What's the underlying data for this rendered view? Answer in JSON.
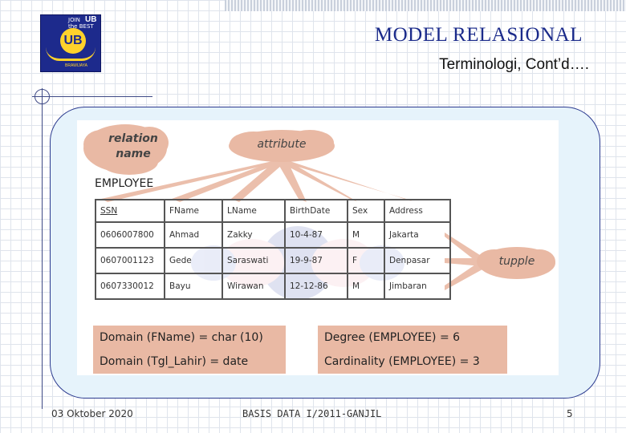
{
  "logo": {
    "join_text": "JOIN",
    "the_best": "the BEST",
    "ub_small": "UB",
    "ub_big": "UB",
    "university": "BRAWIJAYA"
  },
  "header": {
    "title": "MODEL RELASIONAL",
    "subtitle": "Terminologi, Cont’d…."
  },
  "figure": {
    "relation_name_label": "relation name",
    "attribute_label": "attribute",
    "tupple_label": "tupple",
    "relation_title": "EMPLOYEE",
    "table": {
      "columns": [
        "SSN",
        "FName",
        "LName",
        "BirthDate",
        "Sex",
        "Address"
      ],
      "rows": [
        [
          "0606007800",
          "Ahmad",
          "Zakky",
          "10-4-87",
          "M",
          "Jakarta"
        ],
        [
          "0607001123",
          "Gede",
          "Saraswati",
          "19-9-87",
          "F",
          "Denpasar"
        ],
        [
          "0607330012",
          "Bayu",
          "Wirawan",
          "12-12-86",
          "M",
          "Jimbaran"
        ]
      ]
    },
    "domain_left": [
      "Domain (FName) = char (10)",
      "Domain (Tgl_Lahir) = date"
    ],
    "domain_right": [
      "Degree (EMPLOYEE) = 6",
      "Cardinality (EMPLOYEE) = 3"
    ]
  },
  "footer": {
    "date": "03 Oktober 2020",
    "course": "BASIS DATA I/2011-GANJIL",
    "page": "5"
  },
  "colors": {
    "title": "#1a2a8a",
    "frame_border": "#2b3a8f",
    "frame_fill": "#e6f3fb",
    "cloud": "#e9b9a4",
    "domain_box": "#e9b9a4"
  }
}
